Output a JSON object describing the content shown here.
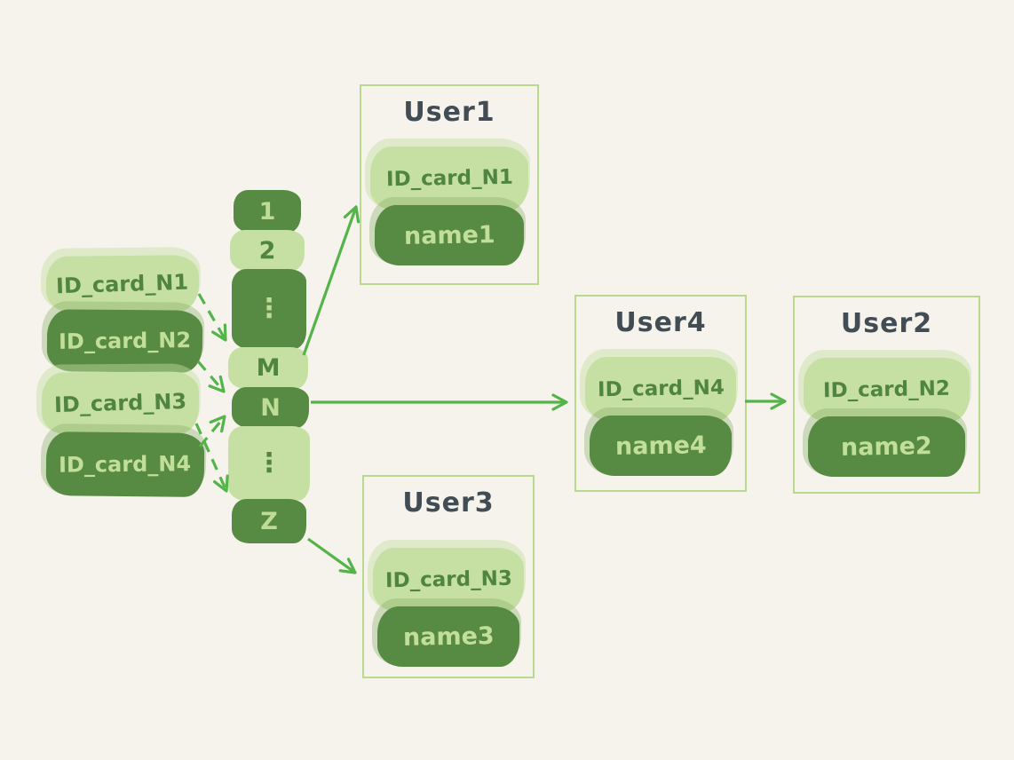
{
  "diagram": {
    "title_implied": "hash bucket mapping of ID cards to users",
    "background": "#f5f3ec"
  },
  "colors": {
    "background": "#f5f3ec",
    "light_green_fill": "#c6e0a3",
    "dark_green_fill": "#578a42",
    "text_on_light": "#4f8540",
    "text_on_dark": "#c2df9a",
    "arrow_green": "#54b44a",
    "box_border_green": "#b9da8e",
    "title_text": "#414c55"
  },
  "id_cards": [
    {
      "label": "ID_card_N1",
      "variant": "light"
    },
    {
      "label": "ID_card_N2",
      "variant": "dark"
    },
    {
      "label": "ID_card_N3",
      "variant": "light"
    },
    {
      "label": "ID_card_N4",
      "variant": "dark"
    }
  ],
  "buckets": [
    {
      "label": "1",
      "variant": "dark"
    },
    {
      "label": "2",
      "variant": "light"
    },
    {
      "label": "⋮",
      "variant": "dark"
    },
    {
      "label": "M",
      "variant": "light"
    },
    {
      "label": "N",
      "variant": "dark"
    },
    {
      "label": "⋮",
      "variant": "light"
    },
    {
      "label": "Z",
      "variant": "dark"
    }
  ],
  "users": [
    {
      "title": "User1",
      "id_card": "ID_card_N1",
      "name": "name1"
    },
    {
      "title": "User4",
      "id_card": "ID_card_N4",
      "name": "name4"
    },
    {
      "title": "User2",
      "id_card": "ID_card_N2",
      "name": "name2"
    },
    {
      "title": "User3",
      "id_card": "ID_card_N3",
      "name": "name3"
    }
  ],
  "edges": [
    {
      "from": "ID_card_N1",
      "to": "bucket M",
      "style": "dashed"
    },
    {
      "from": "ID_card_N2",
      "to": "bucket N",
      "style": "dashed"
    },
    {
      "from": "ID_card_N3",
      "to": "bucket Z",
      "style": "dashed"
    },
    {
      "from": "ID_card_N4",
      "to": "bucket N",
      "style": "dashed"
    },
    {
      "from": "bucket M",
      "to": "User1",
      "style": "solid"
    },
    {
      "from": "bucket N",
      "to": "User4",
      "style": "solid"
    },
    {
      "from": "bucket Z",
      "to": "User3",
      "style": "solid"
    },
    {
      "from": "User4",
      "to": "User2",
      "style": "solid"
    }
  ]
}
